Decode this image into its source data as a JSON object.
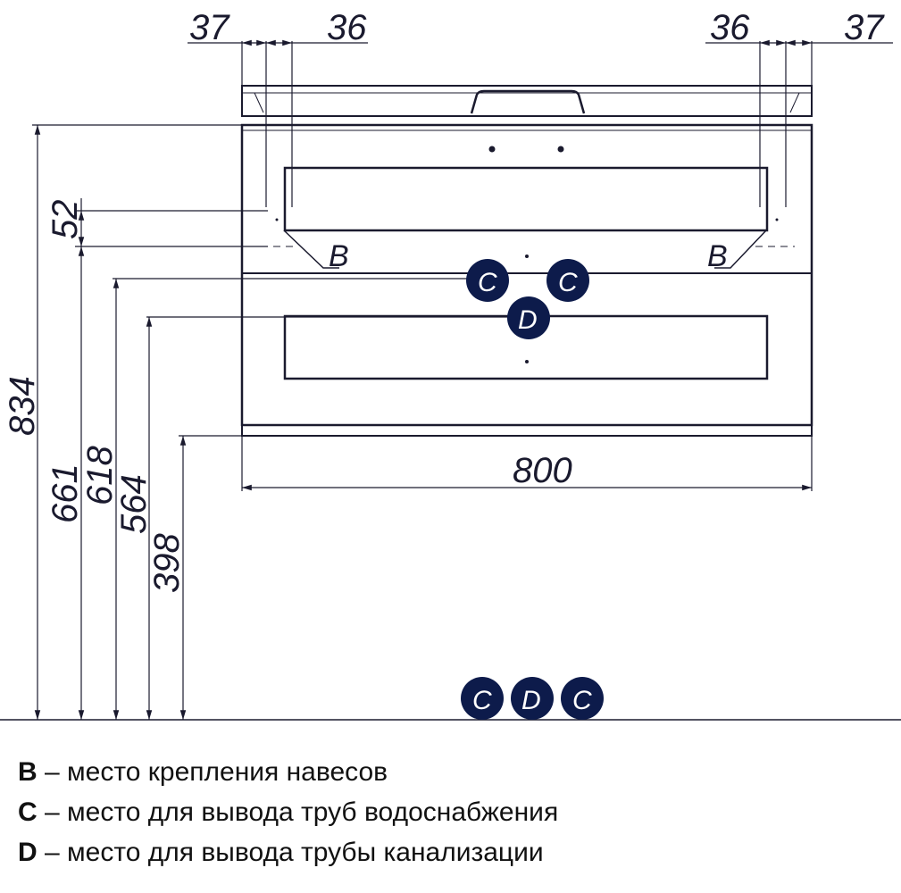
{
  "dimensions": {
    "top_left_outer": "37",
    "top_left_inner": "36",
    "top_right_inner": "36",
    "top_right_outer": "37",
    "total_width": "800",
    "total_height": "834",
    "hanger_offset": "52",
    "height_661": "661",
    "height_618": "618",
    "height_564": "564",
    "height_398": "398"
  },
  "hanger_label": "B",
  "markers": {
    "water": "C",
    "drain": "D"
  },
  "colors": {
    "marker_fill": "#0d1b4b",
    "line": "#1a1a2e"
  },
  "legend": [
    {
      "key": "B",
      "text": "– место крепления навесов"
    },
    {
      "key": "C",
      "text": "– место для вывода труб водоснабжения"
    },
    {
      "key": "D",
      "text": "– место для вывода трубы канализации"
    }
  ]
}
